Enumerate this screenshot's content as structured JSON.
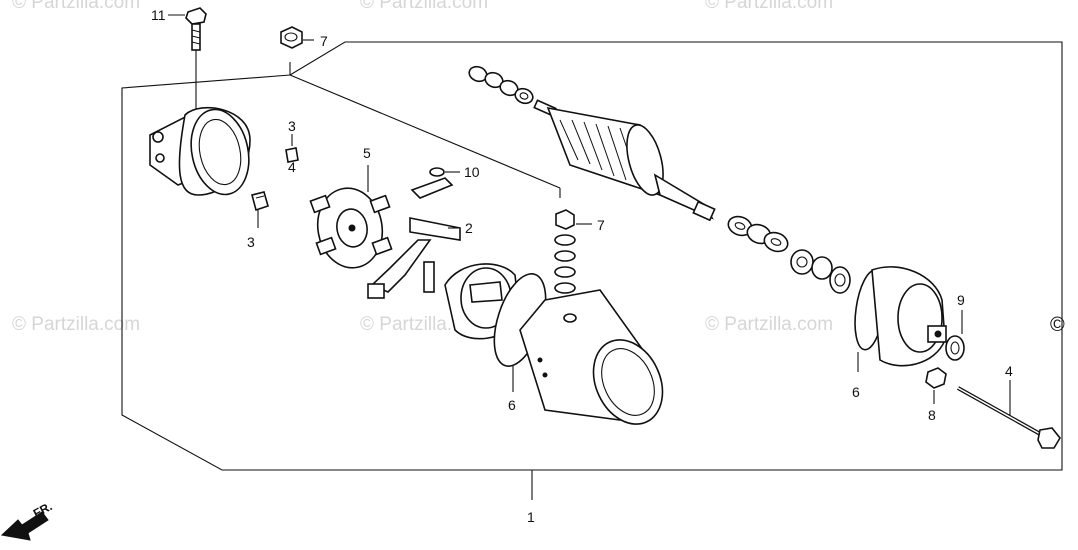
{
  "watermarks": {
    "tl": "© Partzilla.com",
    "tc": "© Partzilla.com",
    "tr": "© Partzilla.com",
    "ml": "© Partzilla.com",
    "mc": "© Partzilla.com",
    "mr": "© Partzilla.com"
  },
  "copyright_symbol": "©",
  "front_label": "FR.",
  "callouts": {
    "c1": "1",
    "c2": "2",
    "c3a": "3",
    "c3b": "3",
    "c4a": "4",
    "c4b": "4",
    "c5": "5",
    "c6a": "6",
    "c6b": "6",
    "c7a": "7",
    "c7b": "7",
    "c8": "8",
    "c9": "9",
    "c10": "10",
    "c11": "11"
  },
  "colors": {
    "ink": "#111111",
    "watermark": "#d6d6d6",
    "background": "#ffffff"
  }
}
